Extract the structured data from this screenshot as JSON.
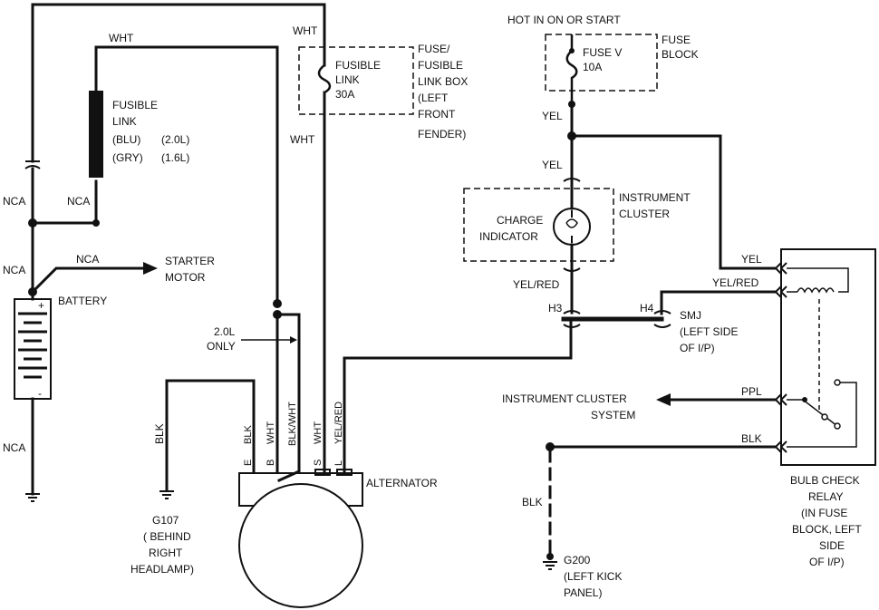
{
  "labels": {
    "hot_in": "HOT IN ON OR START",
    "fuse_v": "FUSE V",
    "fuse_amp": "10A",
    "fuse_block1": "FUSE",
    "fuse_block2": "BLOCK",
    "wht_top": "WHT",
    "wht_mid": "WHT",
    "wht_right": "WHT",
    "fusible_link_a": "FUSIBLE",
    "fusible_link_b": "LINK",
    "fusible_link_c": "30A",
    "fuse_box1": "FUSE/",
    "fuse_box2": "FUSIBLE",
    "fuse_box3": "LINK BOX",
    "fuse_box4": "(LEFT",
    "fuse_box5": "FRONT",
    "fuse_box6": "FENDER)",
    "fusible2_a": "FUSIBLE",
    "fusible2_b": "LINK",
    "fusible2_c": "(BLU)",
    "fusible2_d": "(2.0L)",
    "fusible2_e": "(GRY)",
    "fusible2_f": "(1.6L)",
    "nca_1": "NCA",
    "nca_2": "NCA",
    "nca_3": "NCA",
    "nca_4": "NCA",
    "nca_5": "NCA",
    "starter1": "STARTER",
    "starter2": "MOTOR",
    "battery": "BATTERY",
    "plus": "+",
    "minus": "-",
    "only1": "2.0L",
    "only2": "ONLY",
    "blk_left": "BLK",
    "g107_1": "G107",
    "g107_2": "( BEHIND",
    "g107_3": "RIGHT",
    "g107_4": "HEADLAMP)",
    "alt_e": "E",
    "alt_blk": "BLK",
    "alt_b": "B",
    "alt_wht": "WHT",
    "alt_blkwht": "BLK/WHT",
    "alt_s": "S",
    "alt_wht2": "WHT",
    "alt_l": "L",
    "alt_yelred": "YEL/RED",
    "alternator": "ALTERNATOR",
    "yel1": "YEL",
    "yel2": "YEL",
    "inst1": "INSTRUMENT",
    "inst2": "CLUSTER",
    "charge1": "CHARGE",
    "charge2": "INDICATOR",
    "yelred_mid": "YEL/RED",
    "h3": "H3",
    "h4": "H4",
    "smj1": "SMJ",
    "smj2": "(LEFT SIDE",
    "smj3": "OF I/P)",
    "yel_relay": "YEL",
    "yelred_relay": "YEL/RED",
    "ppl": "PPL",
    "blk_relay": "BLK",
    "inst_sys1": "INSTRUMENT CLUSTER",
    "inst_sys2": "SYSTEM",
    "blk_g200": "BLK",
    "g200_1": "G200",
    "g200_2": "(LEFT KICK",
    "g200_3": "PANEL)",
    "relay1": "BULB CHECK",
    "relay2": "RELAY",
    "relay3": "(IN FUSE",
    "relay4": "BLOCK, LEFT",
    "relay5": "SIDE",
    "relay6": "OF I/P)"
  }
}
